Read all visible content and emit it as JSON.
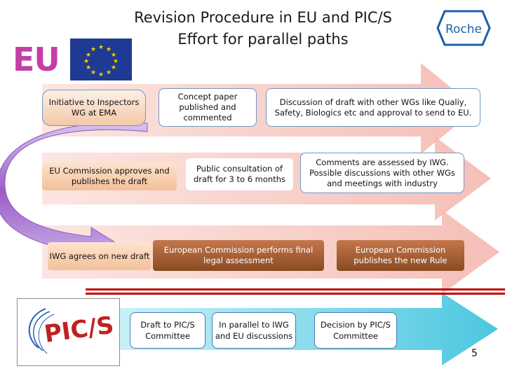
{
  "title": {
    "line1": "Revision Procedure in EU and PIC/S",
    "line2": "Effort for parallel paths"
  },
  "logos": {
    "eu_label": "EU",
    "eu_flag": "eu-flag-icon",
    "roche_text": "Roche",
    "pics_text": "PIC/S"
  },
  "steps": {
    "initiative": "Initiative to Inspectors WG at EMA",
    "concept_paper": "Concept paper published and commented",
    "discussion": "Discussion of draft with other WGs like Qualiy, Safety, Biologics etc and approval to send to EU.",
    "eu_commission_approves": "EU Commission approves and publishes the draft",
    "public_consultation": "Public consultation of draft for 3 to 6 months",
    "comments_assessed": "Comments are assessed by IWG. Possible discussions with other WGs and meetings with industry",
    "iwg_agrees": "IWG agrees on new draft",
    "legal_assessment": "European Commission performs final legal assessment",
    "publishes_rule": "European Commission publishes the new Rule",
    "draft_to_pics": "Draft to PIC/S Committee",
    "parallel": "In parallel to IWG and EU discussions",
    "decision": "Decision by PIC/S Committee"
  },
  "colors": {
    "eu_pink": "#c53ea8",
    "arrow_pink": "#f7c9c2",
    "arrow_cyan": "#6fd3e6",
    "loop_purple": "#9a5cc8",
    "divider_red": "#c00000",
    "brown": "#8a4a22"
  },
  "page_number": "5"
}
